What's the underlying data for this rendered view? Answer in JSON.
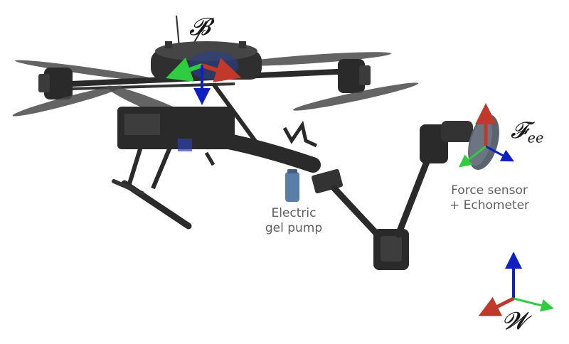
{
  "labels": {
    "body_frame": "𝓑",
    "ee_frame_main": "𝓕",
    "ee_frame_sub": "ee",
    "world_frame": "𝓦",
    "pump_line1": "Electric",
    "pump_line2": "gel pump",
    "sensor_line1": "Force sensor",
    "sensor_line2": "+ Echometer"
  },
  "colors": {
    "axis_x": "#c0392b",
    "axis_y": "#2ecc40",
    "axis_z": "#1020c0",
    "drone_dark": "#2a2a2a",
    "drone_mid": "#4a4a4a",
    "propeller": "#3a3a3a",
    "pump_blue": "#5a7fa6",
    "sensor_disc": "#5c6370",
    "label_text": "#5f5f5f"
  }
}
